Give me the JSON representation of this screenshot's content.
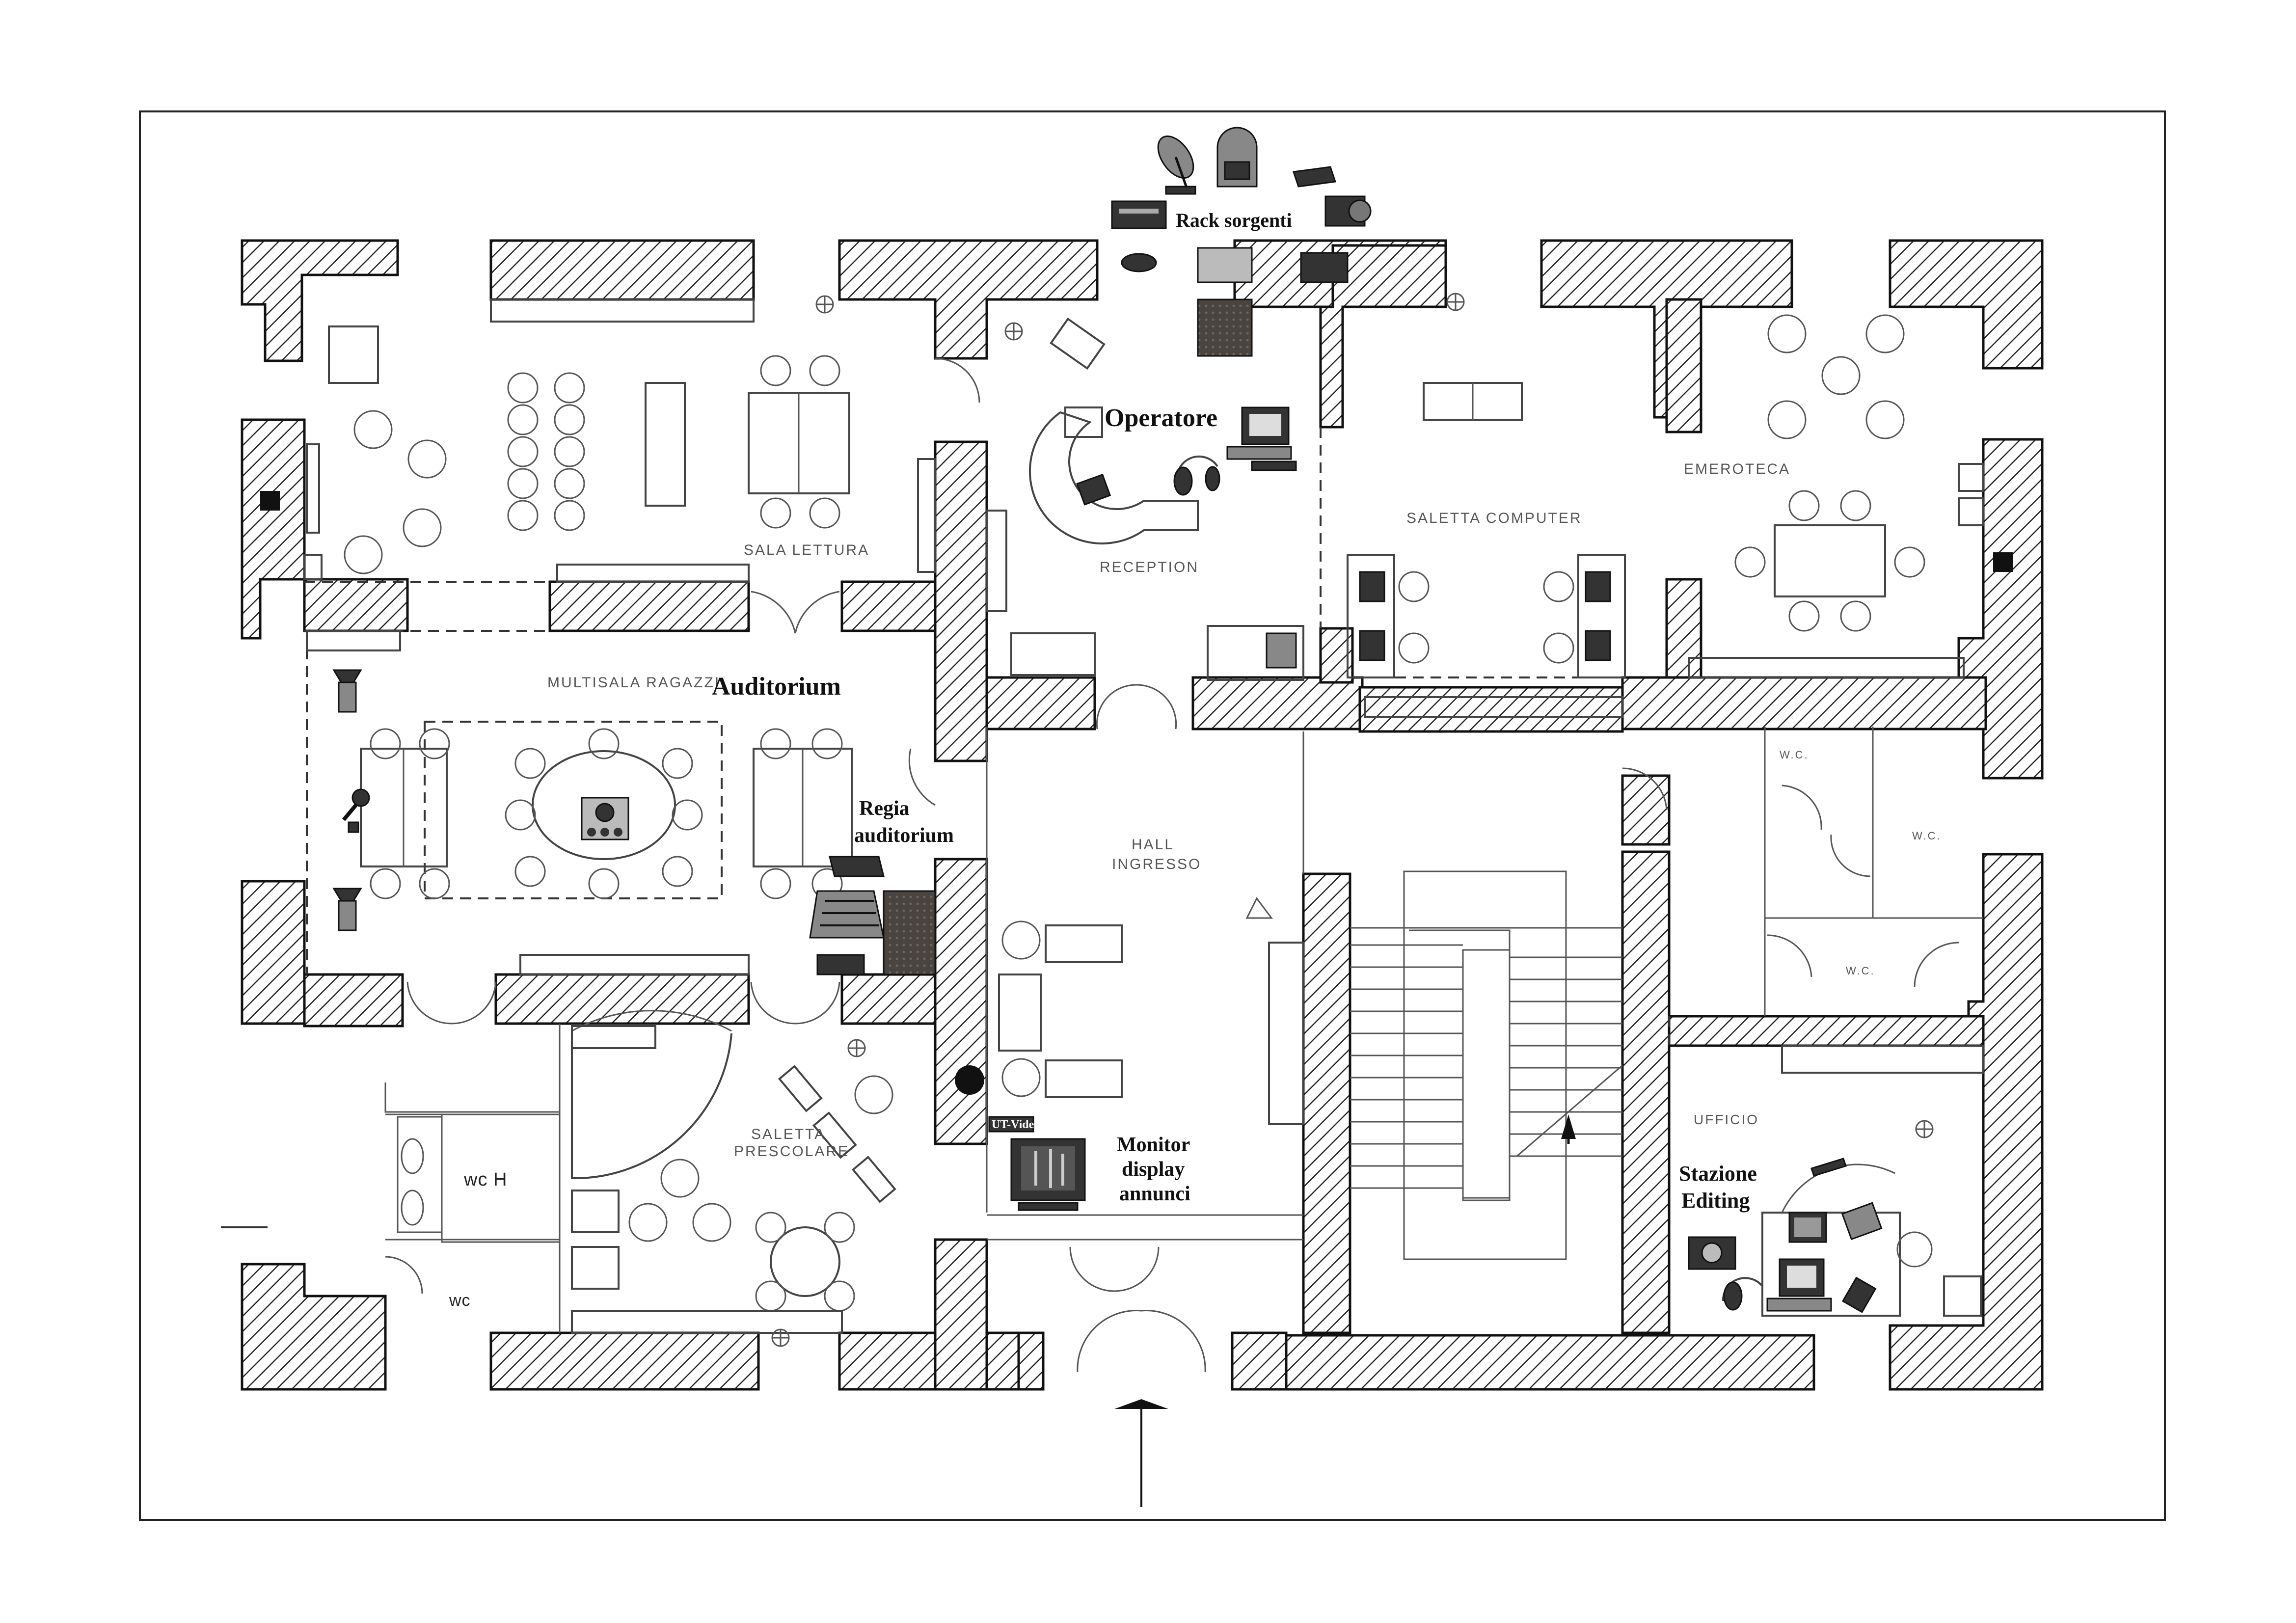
{
  "labels": {
    "rack": "Rack sorgenti",
    "operatore": "Operatore",
    "auditorium": "Auditorium",
    "regia_line1": "Regia",
    "regia_line2": "auditorium",
    "monitor_line1": "Monitor",
    "monitor_line2": "display",
    "monitor_line3": "annunci",
    "stazione_line1": "Stazione",
    "stazione_line2": "Editing",
    "ut_video": "UT-Video"
  },
  "rooms": {
    "sala_lettura": "SALA LETTURA",
    "multisala": "MULTISALA RAGAZZI",
    "reception": "RECEPTION",
    "saletta_computer": "SALETTA COMPUTER",
    "emeroteca": "EMEROTECA",
    "hall_line1": "HALL",
    "hall_line2": "INGRESSO",
    "saletta_prescolare_line1": "SALETTA",
    "saletta_prescolare_line2": "PRESCOLARE",
    "wc_h": "wc H",
    "wc": "wc",
    "ufficio": "UFFICIO",
    "w1": "W.C.",
    "w2": "W.C.",
    "w3": "W.C."
  }
}
